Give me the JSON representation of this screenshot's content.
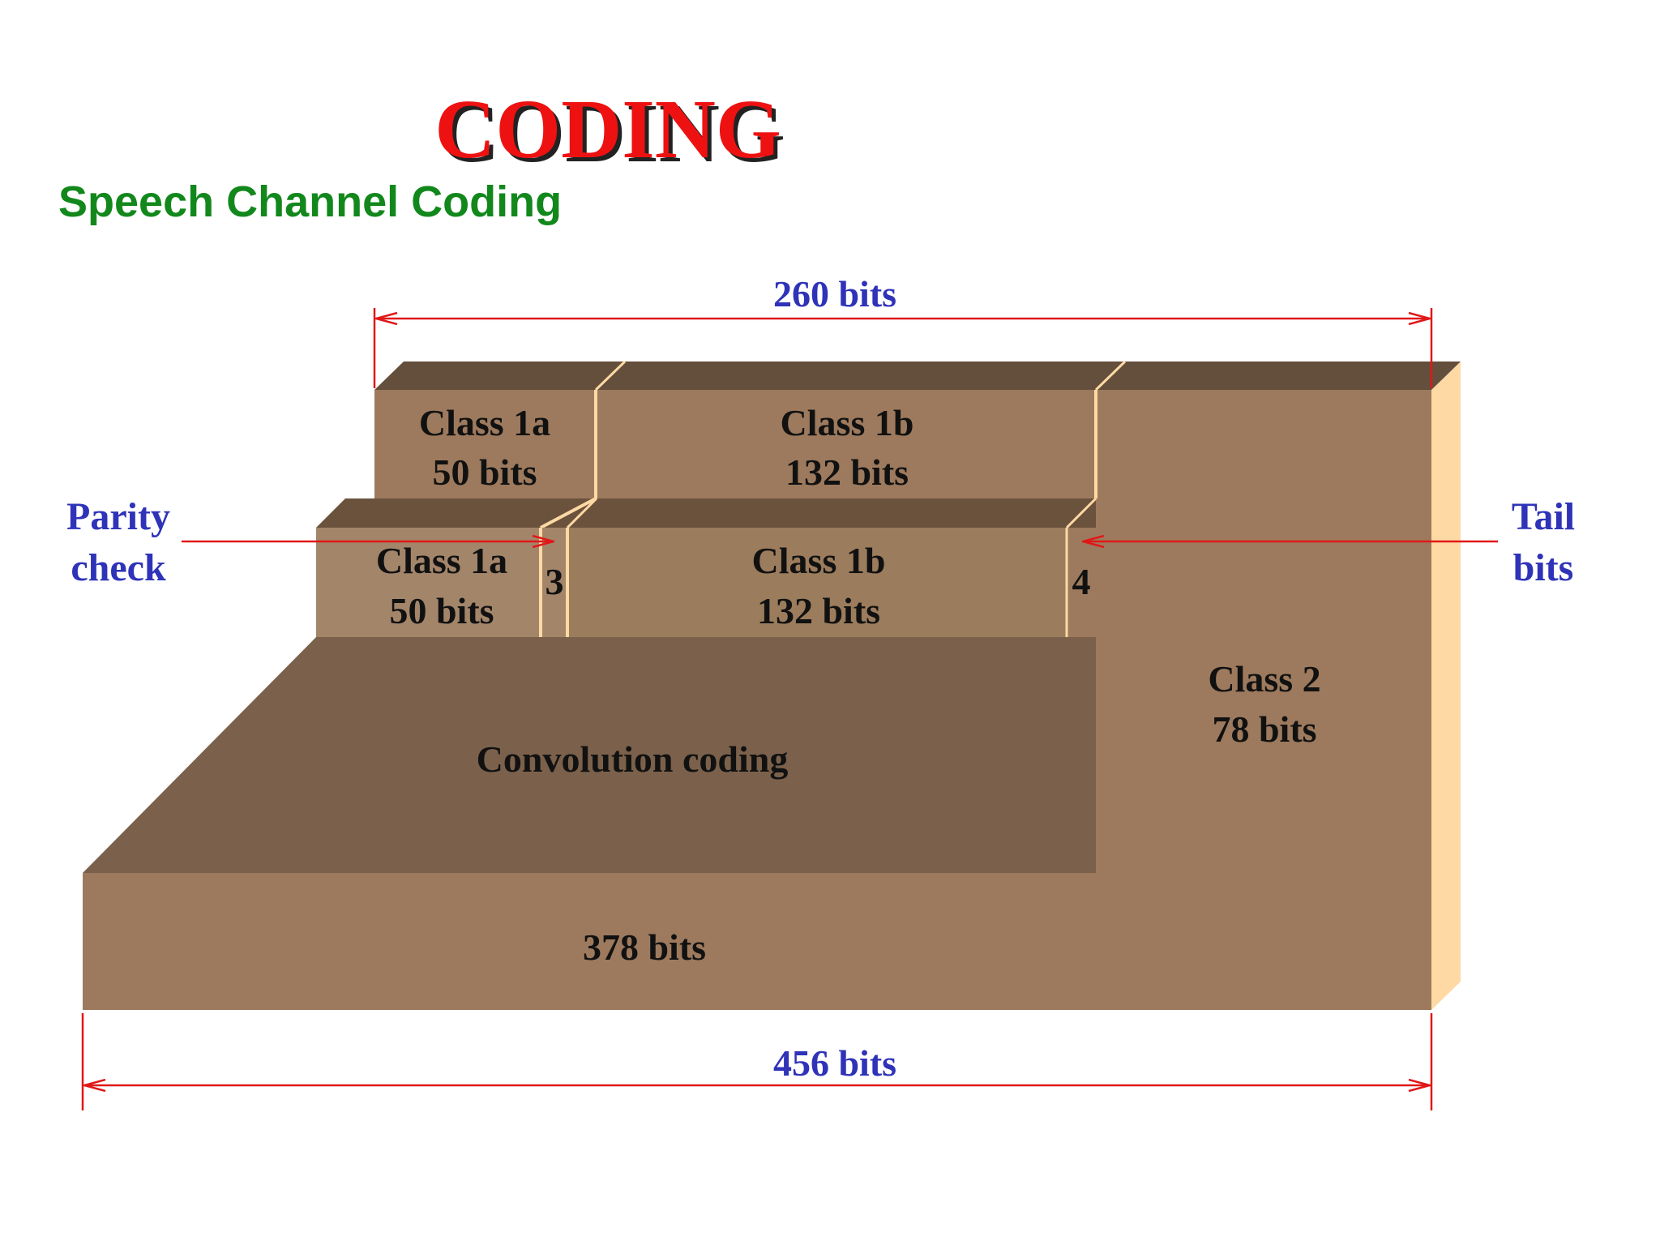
{
  "title": "CODING",
  "subtitle": "Speech Channel Coding",
  "top_dimension": "260 bits",
  "bottom_dimension": "456 bits",
  "upper_row": {
    "class1a": {
      "name": "Class 1a",
      "bits": "50 bits"
    },
    "class1b": {
      "name": "Class 1b",
      "bits": "132 bits"
    }
  },
  "middle_row": {
    "class1a": {
      "name": "Class 1a",
      "bits": "50 bits"
    },
    "parity_count": "3",
    "class1b": {
      "name": "Class 1b",
      "bits": "132 bits"
    },
    "tail_count": "4"
  },
  "class2": {
    "name": "Class 2",
    "bits": "78 bits"
  },
  "convolution_label": "Convolution coding",
  "coded_bits": "378 bits",
  "parity_label": [
    "Parity",
    "check"
  ],
  "tail_label": [
    "Tail",
    "bits"
  ],
  "colors": {
    "title": "#ee1111",
    "subtitle": "#12881c",
    "dimension_text": "#2f33b8",
    "arrow": "#e01818",
    "block_front": "#9d7a5d",
    "block_top": "#634f3c",
    "side_face": "#ffd9a4"
  }
}
